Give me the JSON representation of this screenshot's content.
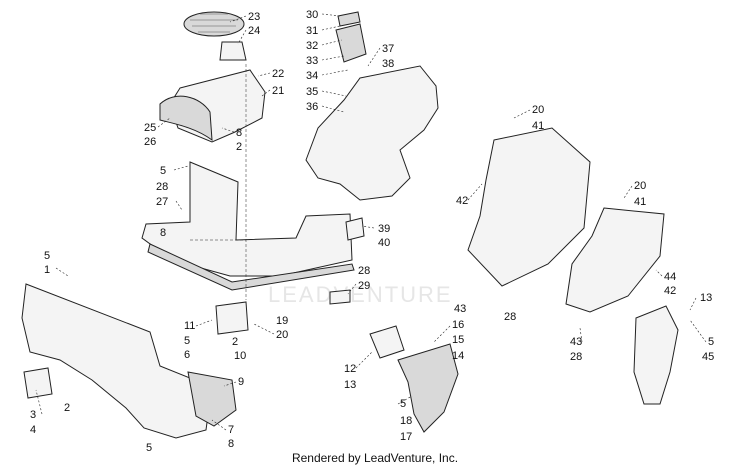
{
  "watermark": "LEADVENTURE",
  "footer": "Rendered by LeadVenture, Inc.",
  "callouts": [
    "23",
    "24",
    "22",
    "21",
    "25",
    "26",
    "8",
    "2",
    "30",
    "31",
    "32",
    "33",
    "34",
    "35",
    "36",
    "37",
    "38",
    "20",
    "41",
    "42",
    "20",
    "41",
    "5",
    "28",
    "27",
    "8",
    "39",
    "40",
    "28",
    "29",
    "44",
    "42",
    "43",
    "28",
    "13",
    "5",
    "45",
    "5",
    "1",
    "11",
    "5",
    "6",
    "10",
    "2",
    "20",
    "19",
    "16",
    "15",
    "14",
    "12",
    "13",
    "9",
    "3",
    "4",
    "2",
    "7",
    "8",
    "5",
    "5",
    "18",
    "17",
    "43",
    "28"
  ]
}
